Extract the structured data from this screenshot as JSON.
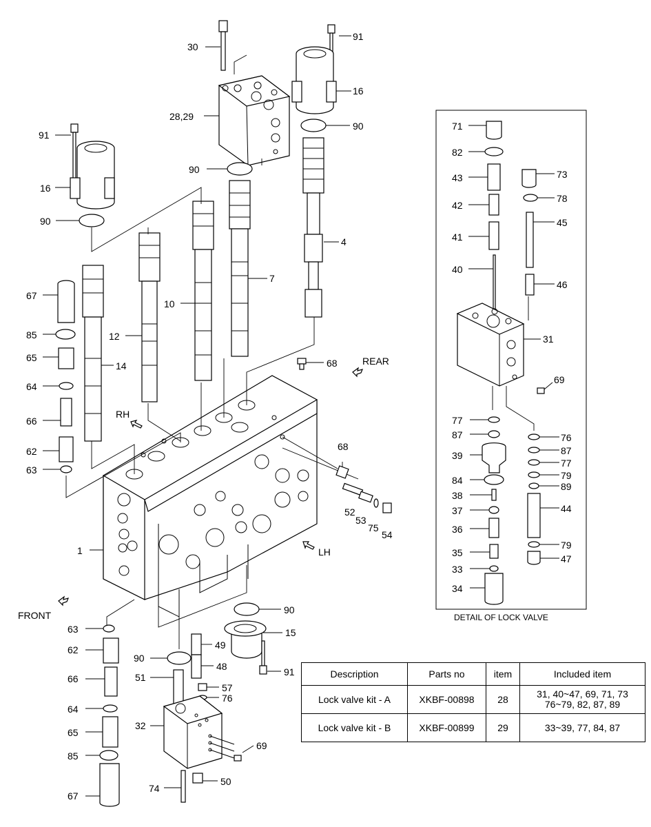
{
  "labels": {
    "l30": "30",
    "l91a": "91",
    "l16a": "16",
    "l2829": "28,29",
    "l90a": "90",
    "l90b": "90",
    "l91b": "91",
    "l16b": "16",
    "l90c": "90",
    "l4": "4",
    "l7": "7",
    "l10": "10",
    "l12": "12",
    "l14": "14",
    "l67a": "67",
    "l85a": "85",
    "l65a": "65",
    "l64a": "64",
    "l66a": "66",
    "l62a": "62",
    "l63a": "63",
    "l68a": "68",
    "l68b": "68",
    "l52": "52",
    "l53": "53",
    "l75": "75",
    "l54": "54",
    "l1": "1",
    "l90d": "90",
    "l15": "15",
    "l63b": "63",
    "l62b": "62",
    "l66b": "66",
    "l64b": "64",
    "l65b": "65",
    "l85b": "85",
    "l67b": "67",
    "l90e": "90",
    "l49": "49",
    "l48": "48",
    "l51": "51",
    "l57": "57",
    "l76a": "76",
    "l91c": "91",
    "l32": "32",
    "l69a": "69",
    "l74": "74",
    "l50": "50",
    "d71": "71",
    "d82": "82",
    "d43": "43",
    "d73": "73",
    "d78": "78",
    "d42": "42",
    "d45": "45",
    "d41": "41",
    "d40": "40",
    "d46": "46",
    "d31": "31",
    "d69": "69",
    "d77a": "77",
    "d87a": "87",
    "d39": "39",
    "d84": "84",
    "d38": "38",
    "d37": "37",
    "d36": "36",
    "d35": "35",
    "d33": "33",
    "d34": "34",
    "d76": "76",
    "d87b": "87",
    "d77b": "77",
    "d79a": "79",
    "d89": "89",
    "d44": "44",
    "d79b": "79",
    "d47": "47"
  },
  "directions": {
    "rear": "REAR",
    "rh": "RH",
    "lh": "LH",
    "front": "FRONT"
  },
  "detail_caption": "DETAIL OF LOCK VALVE",
  "table": {
    "headers": [
      "Description",
      "Parts no",
      "item",
      "Included item"
    ],
    "rows": [
      {
        "description": "Lock valve kit - A",
        "parts_no": "XKBF-00898",
        "item": "28",
        "included": "31, 40~47, 69, 71, 73\n76~79, 82, 87, 89"
      },
      {
        "description": "Lock valve kit - B",
        "parts_no": "XKBF-00899",
        "item": "29",
        "included": "33~39, 77, 84, 87"
      }
    ]
  }
}
